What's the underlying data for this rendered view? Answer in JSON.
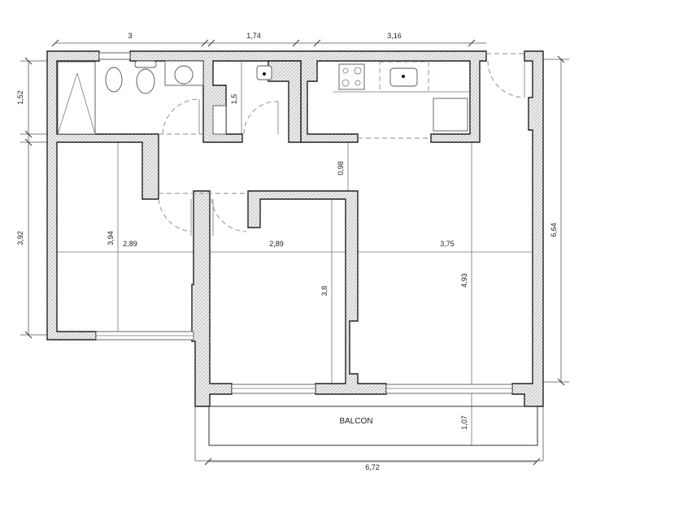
{
  "plan": {
    "room_label": "BALCON",
    "dimensions": {
      "top_bath": "3",
      "top_wc": "1,74",
      "top_kitchen": "3,16",
      "left_bath": "1,52",
      "left_bedroom": "3,92",
      "bedroom1_height": "3,94",
      "bedroom1_width": "2,89",
      "bedroom2_width": "2,89",
      "bedroom2_height": "3,8",
      "wc_height": "1,5",
      "corridor": "0,98",
      "living_width": "3,75",
      "living_height": "4,93",
      "right_total": "6,64",
      "balcony_depth": "1,07",
      "bottom_total": "6,72"
    }
  }
}
